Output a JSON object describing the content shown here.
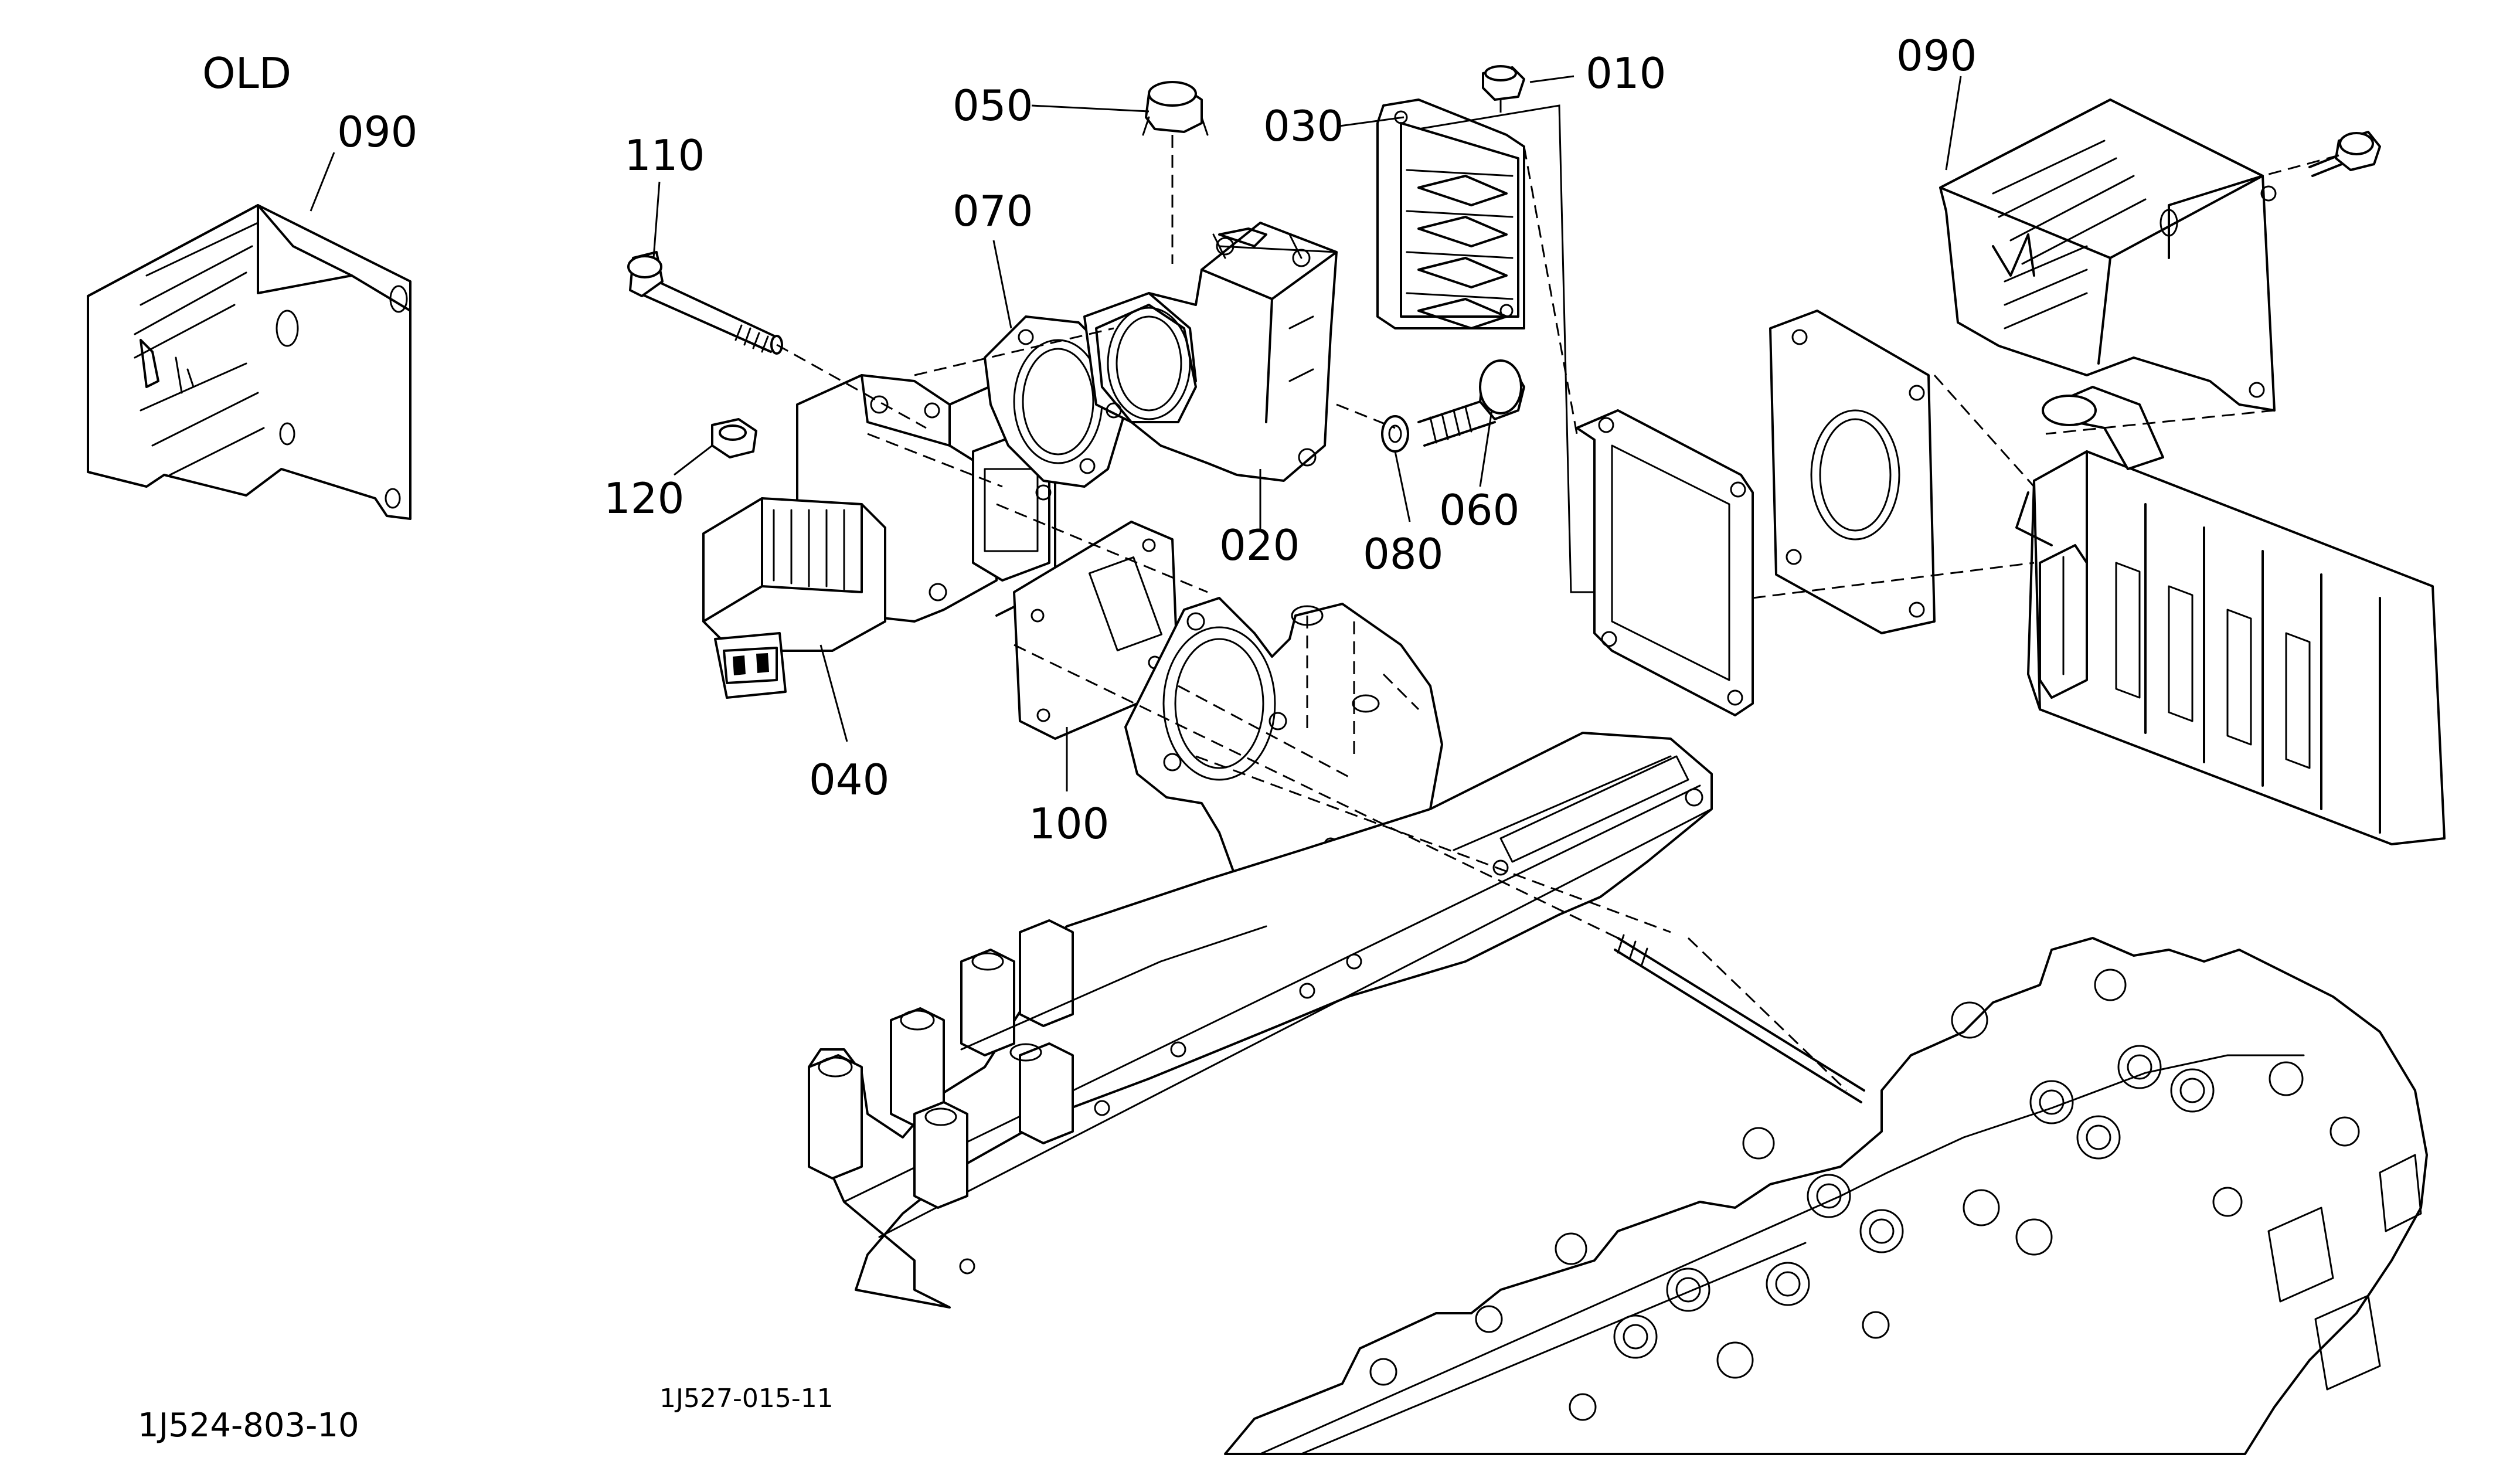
{
  "diagram": {
    "old_heading": "OLD",
    "old_drawing_code": "1J524-803-10",
    "new_drawing_code": "1J527-015-11",
    "part_labels": {
      "p090_old": "090",
      "p110": "110",
      "p050": "050",
      "p070": "070",
      "p030": "030",
      "p010": "010",
      "p090_new": "090",
      "p120": "120",
      "p020": "020",
      "p080": "080",
      "p060": "060",
      "p040": "040",
      "p100": "100"
    }
  }
}
